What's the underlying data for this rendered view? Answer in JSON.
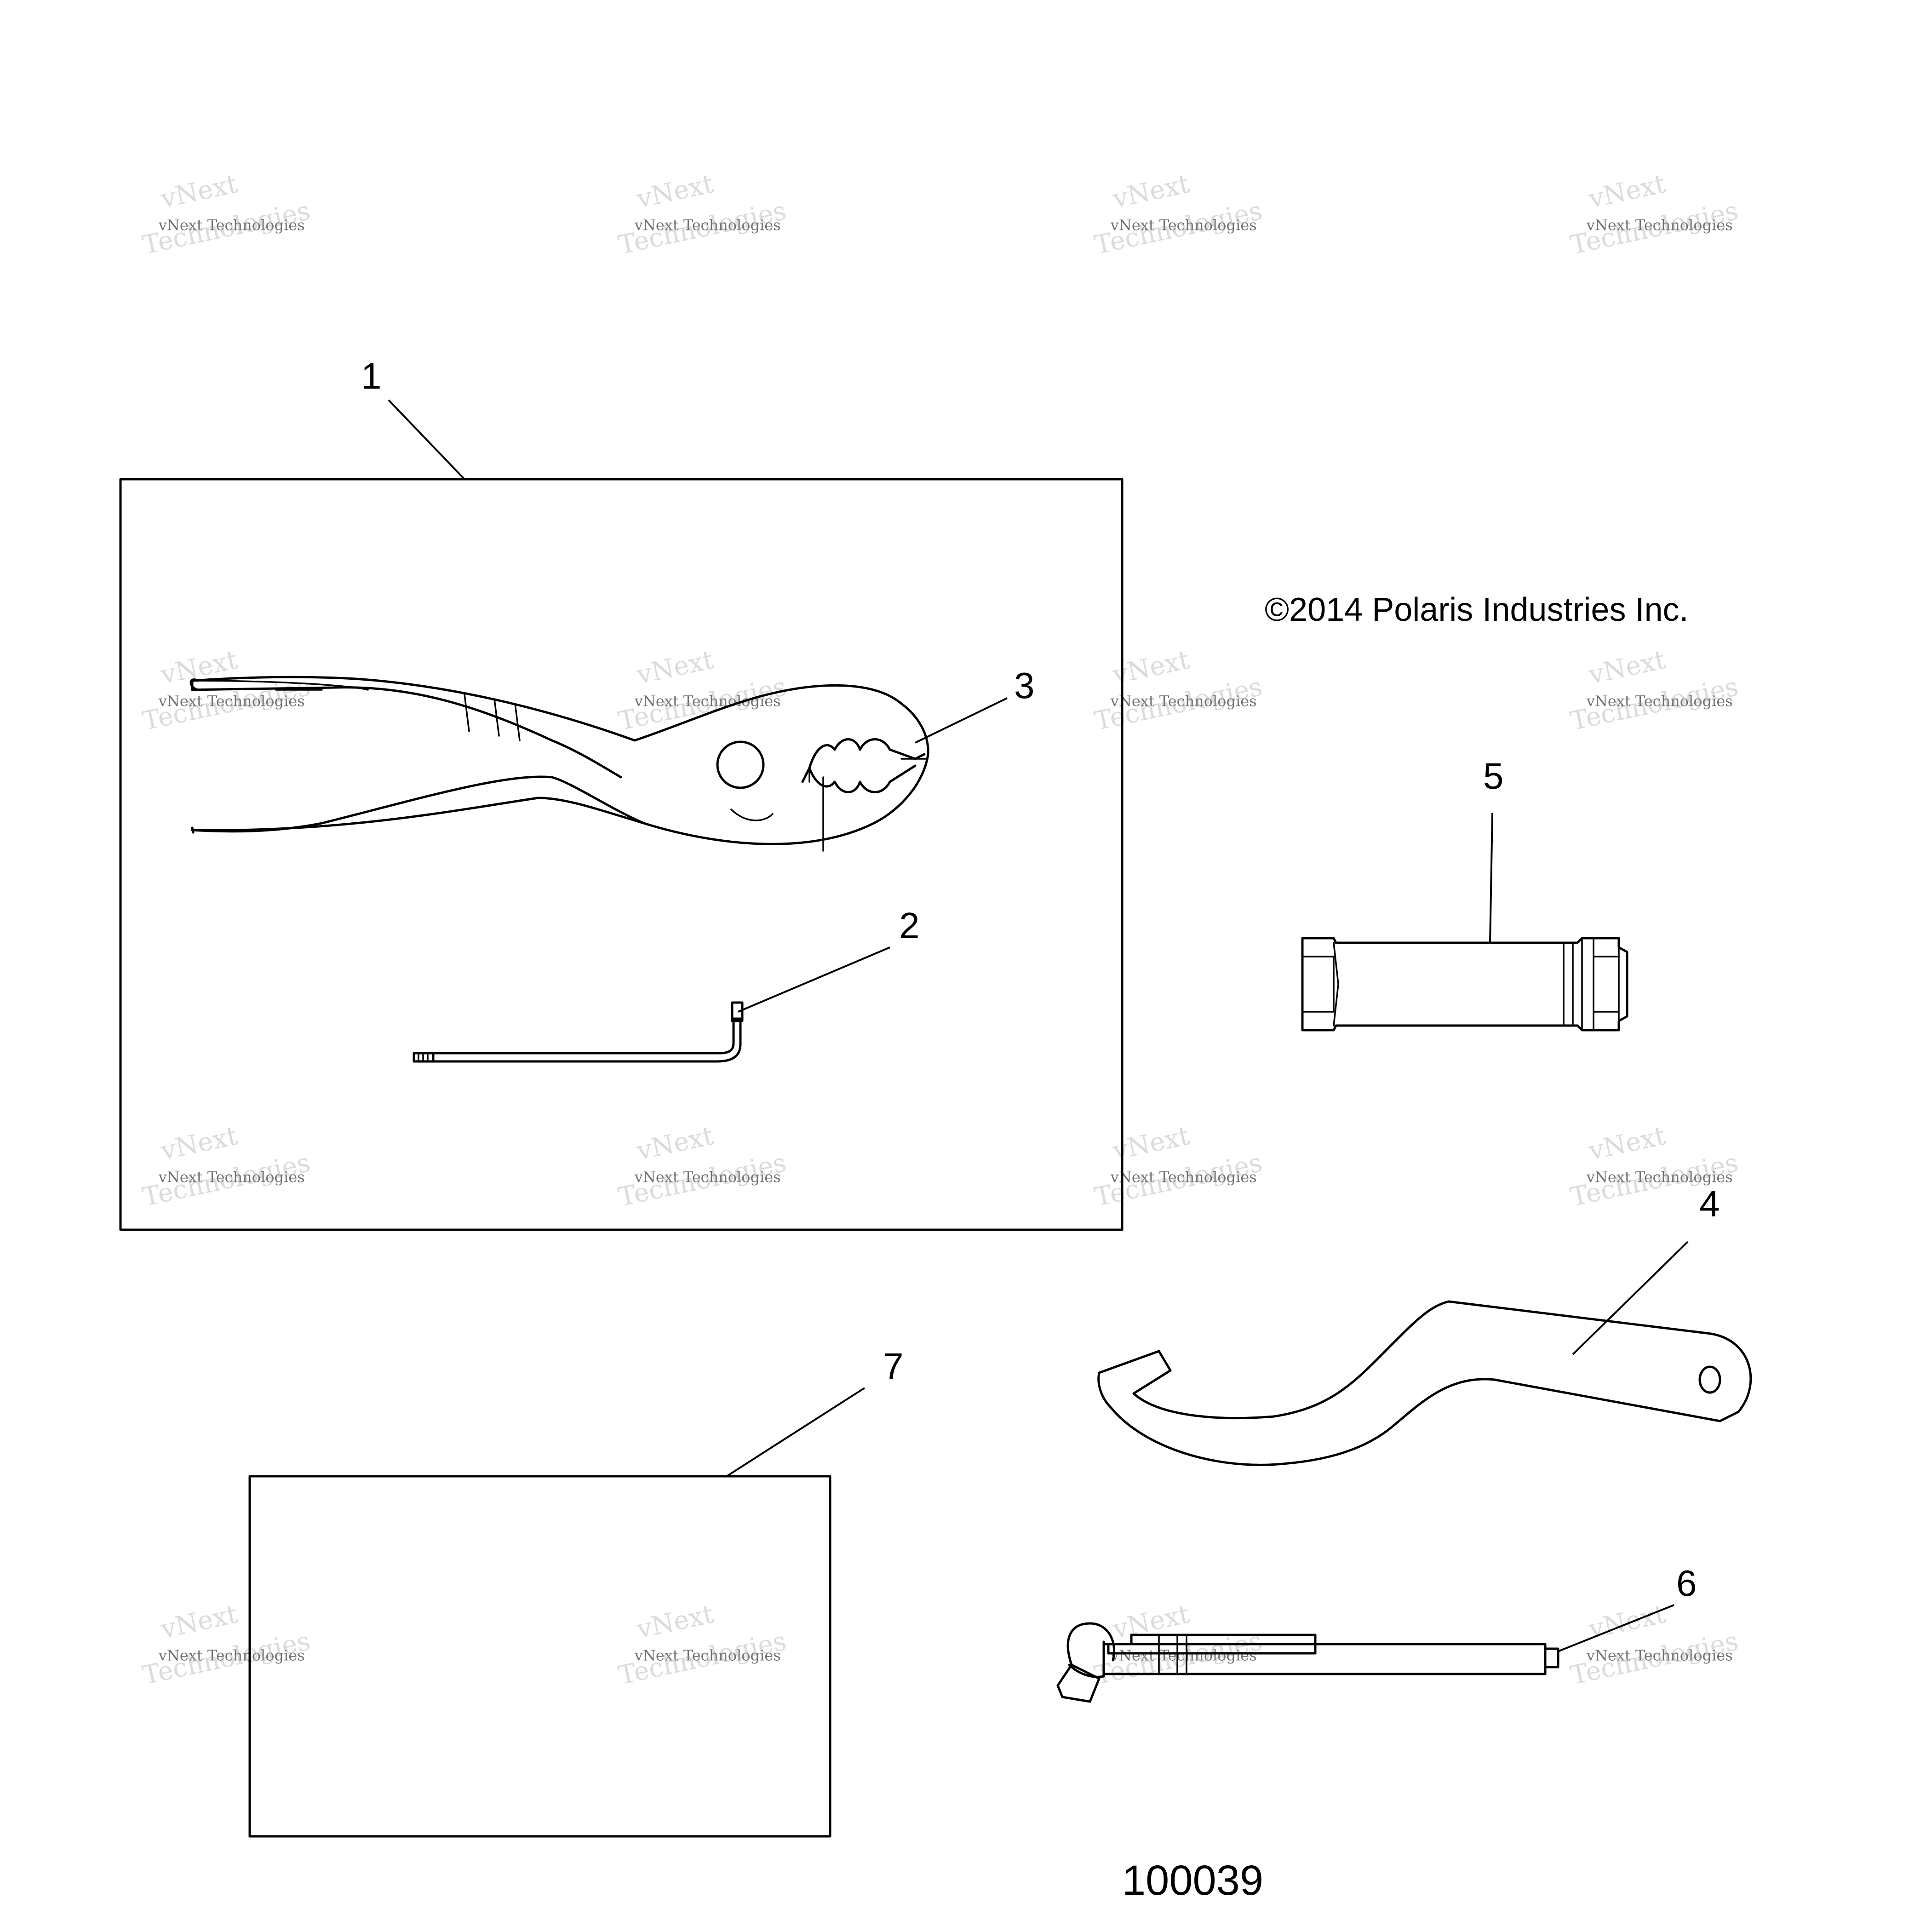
{
  "diagram": {
    "callouts": {
      "c1": "1",
      "c2": "2",
      "c3": "3",
      "c4": "4",
      "c5": "5",
      "c6": "6",
      "c7": "7"
    },
    "copyright": "©2014 Polaris Industries Inc.",
    "figure_number": "100039"
  },
  "watermark": {
    "line1": "vNext",
    "line2": "vNext Technologies",
    "line3": "Technologies"
  },
  "colors": {
    "line": "#000000",
    "background": "#ffffff",
    "watermark": "#9a9a9a"
  }
}
